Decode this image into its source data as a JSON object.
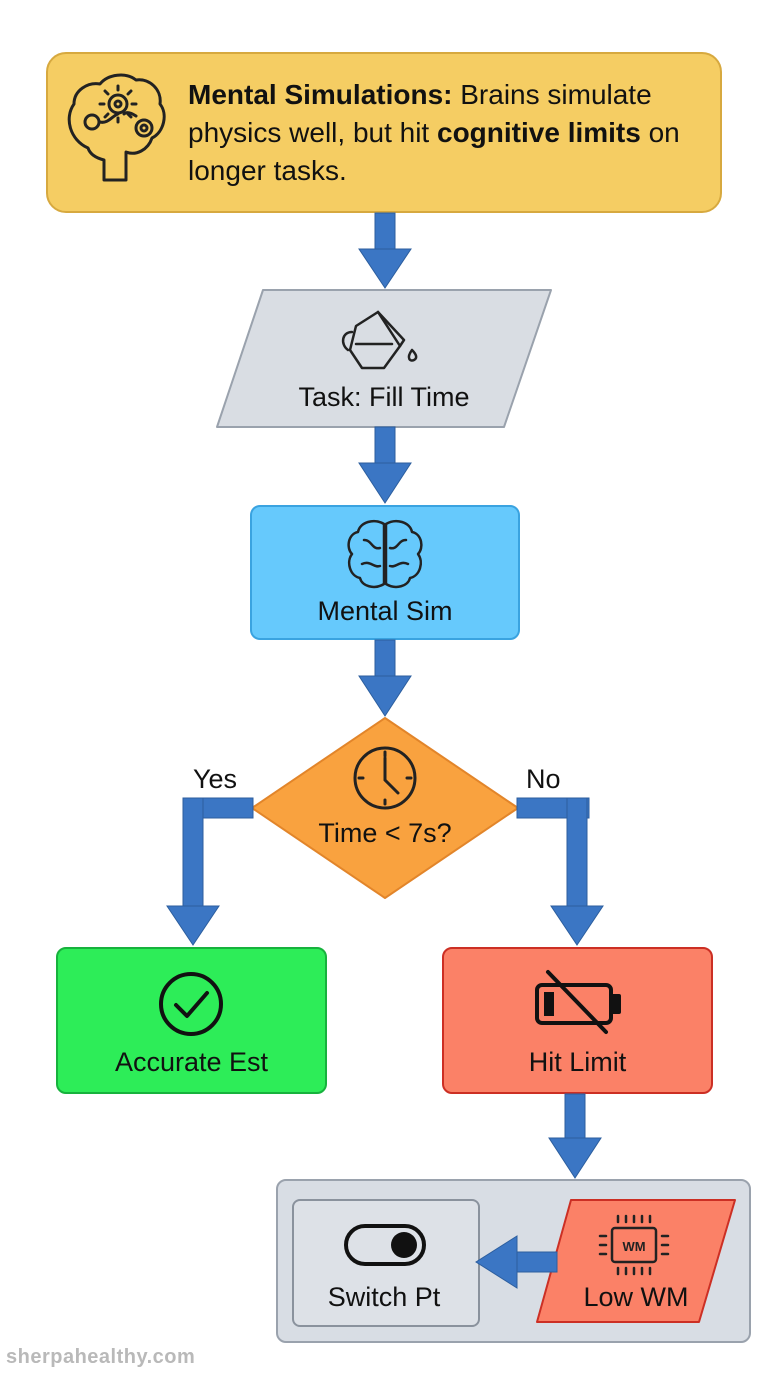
{
  "header": {
    "bold1": "Mental Simulations:",
    "text1": " Brains simulate physics well, but hit ",
    "bold2": "cognitive limits",
    "text2": " on longer tasks."
  },
  "nodes": {
    "task": "Task: Fill Time",
    "sim": "Mental Sim",
    "decision": "Time < 7s?",
    "accurate": "Accurate Est",
    "limit": "Hit Limit",
    "switch": "Switch Pt",
    "low_wm": "Low WM"
  },
  "branches": {
    "yes": "Yes",
    "no": "No"
  },
  "icons": {
    "header": "brain-gears-icon",
    "task": "pouring-pitcher-icon",
    "sim": "brain-icon",
    "decision": "clock-icon",
    "accurate": "checkmark-circle-icon",
    "limit": "low-battery-icon",
    "switch": "toggle-switch-icon",
    "low_wm": "memory-chip-icon",
    "chip_text": "WM"
  },
  "colors": {
    "arrow": "#3b76c4",
    "header": "#f5cd63",
    "task": "#d9dde3",
    "sim": "#66c9fc",
    "decision": "#f9a23f",
    "accurate": "#2ded58",
    "limit": "#fb8167",
    "group": "#d8dde4"
  },
  "footer": "sherpahealthy.com"
}
